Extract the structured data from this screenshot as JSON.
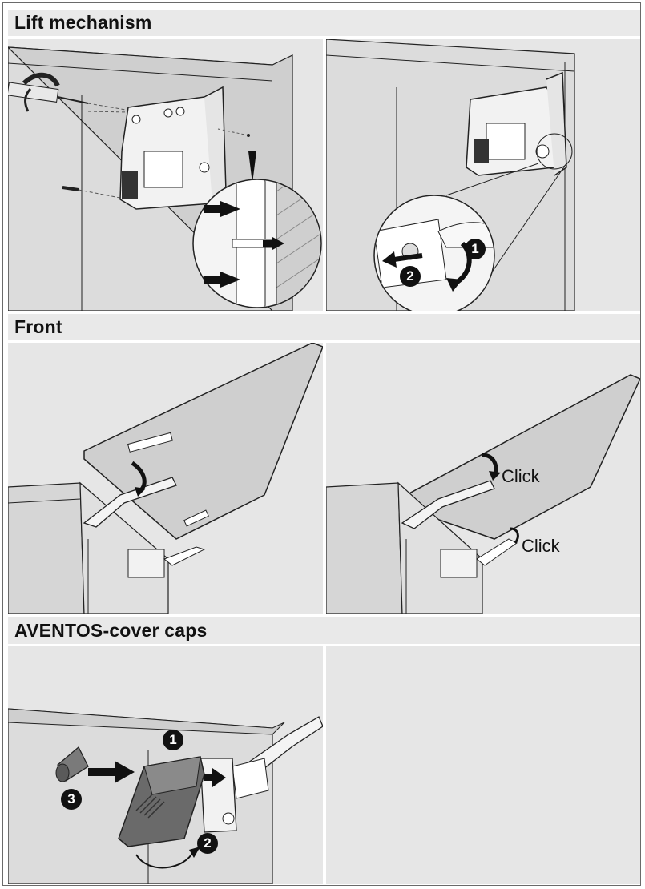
{
  "sections": [
    {
      "title": "Lift mechanism"
    },
    {
      "title": "Front"
    },
    {
      "title": "AVENTOS-cover caps"
    }
  ],
  "lift_panel_right": {
    "steps": [
      "1",
      "2"
    ]
  },
  "front_panel_right": {
    "click_upper": "Click",
    "click_lower": "Click"
  },
  "cover_panel": {
    "steps": [
      "1",
      "2",
      "3"
    ]
  },
  "colors": {
    "panel_bg": "#e6e6e6",
    "header_bg": "#e9e9e9",
    "line": "#1a1a1a"
  }
}
